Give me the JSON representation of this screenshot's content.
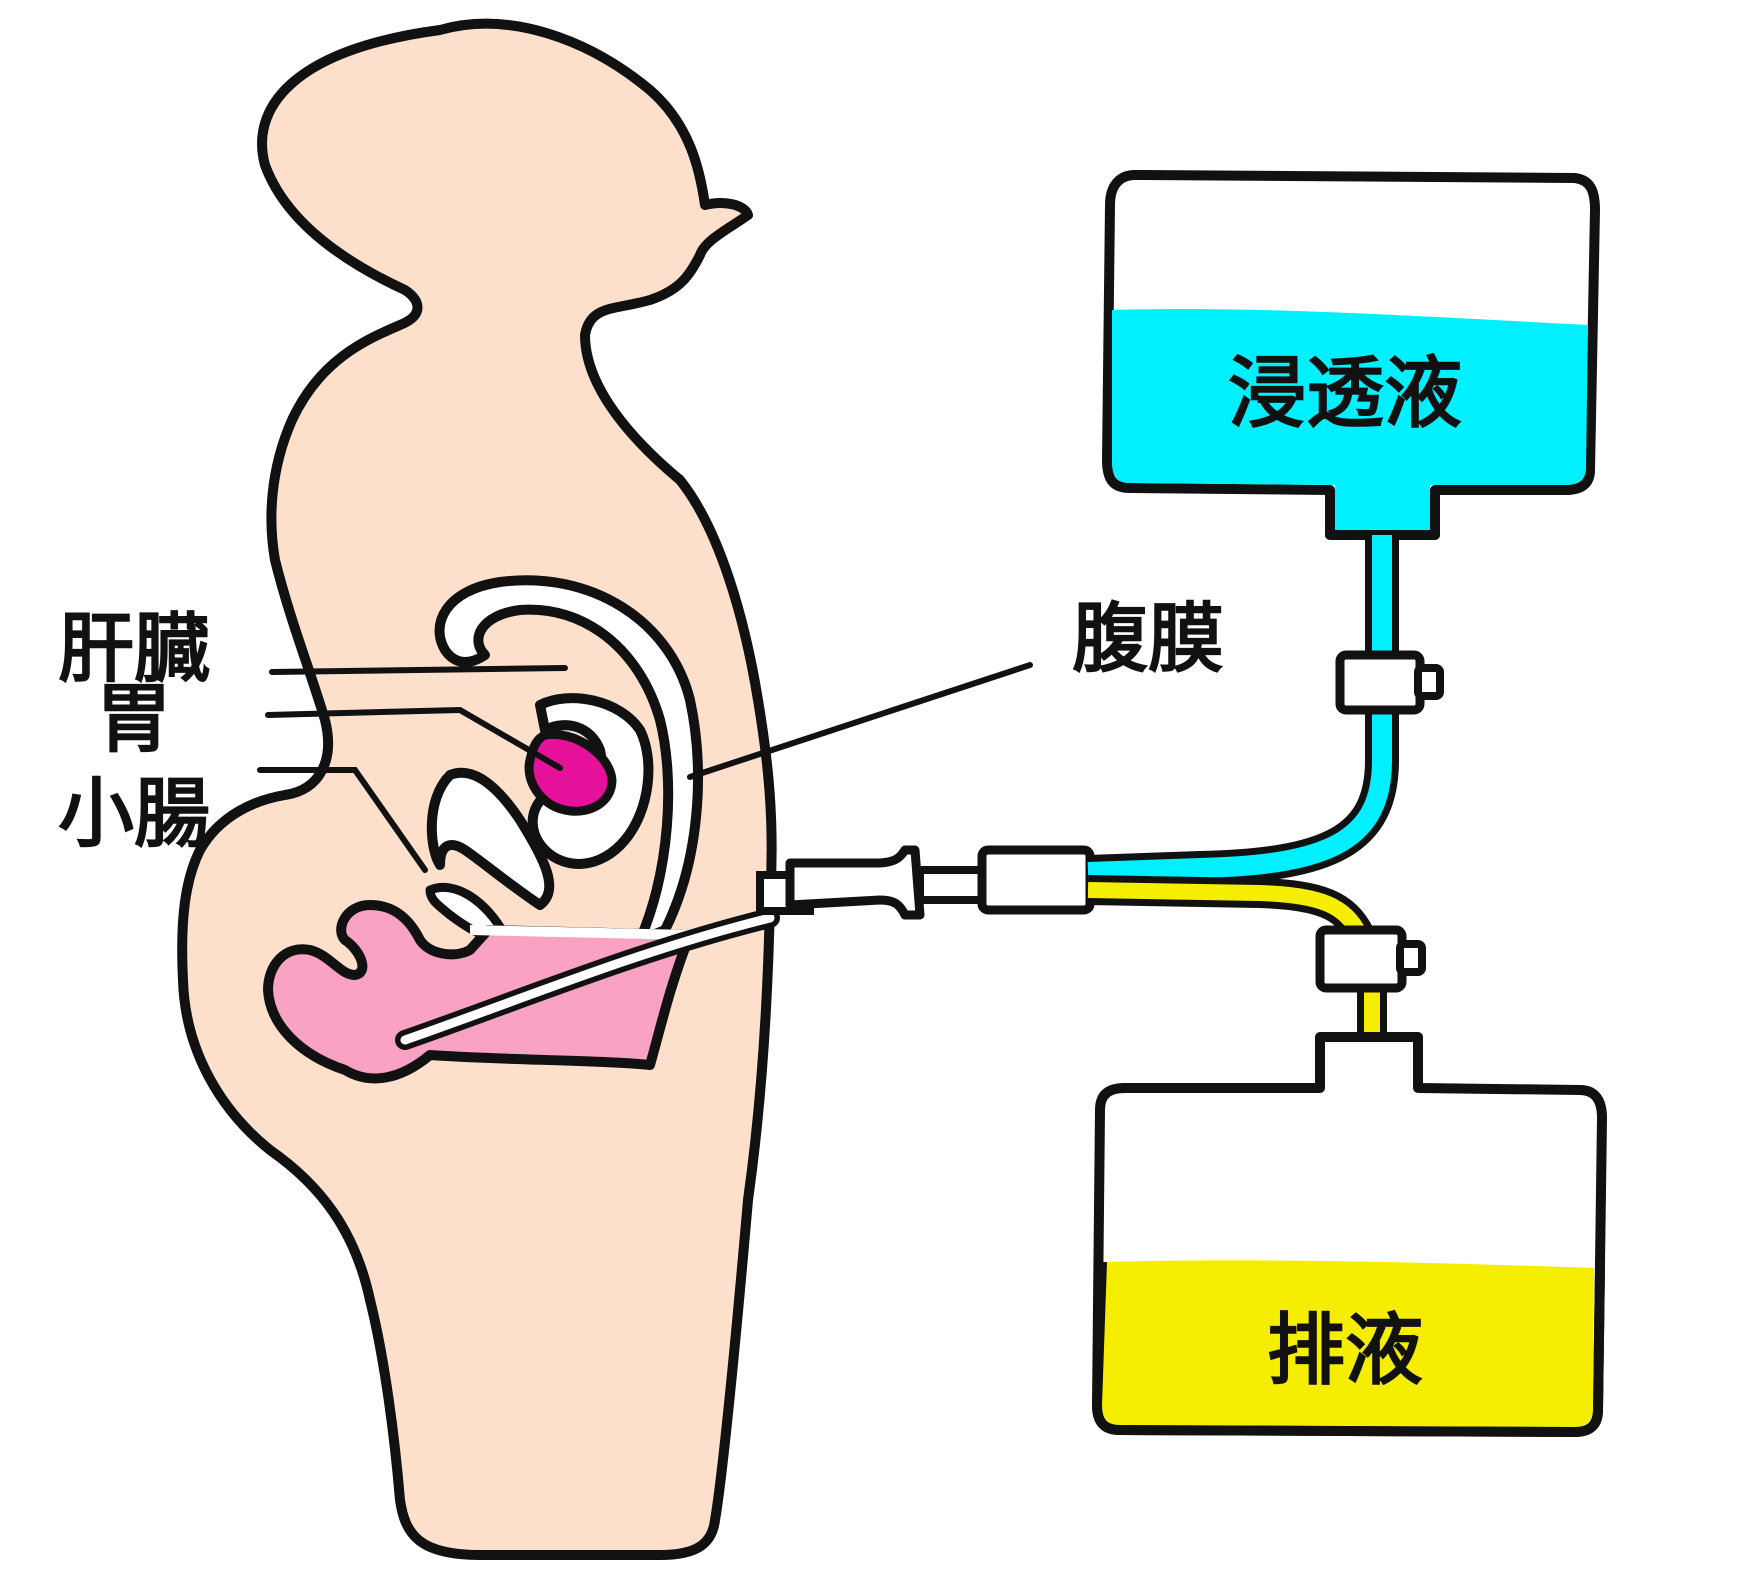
{
  "labels": {
    "liver": "肝臓",
    "stomach": "胃",
    "small_intestine": "小腸",
    "peritoneum": "腹膜",
    "dialysate": "浸透液",
    "drainage": "排液"
  },
  "colors": {
    "outline": "#111111",
    "skin": "#fce0cc",
    "dialysate": "#00f0ff",
    "drainage": "#f6ee00",
    "stomach": "#e6119a",
    "bladder": "#f9a2c4",
    "background": "#ffffff"
  }
}
